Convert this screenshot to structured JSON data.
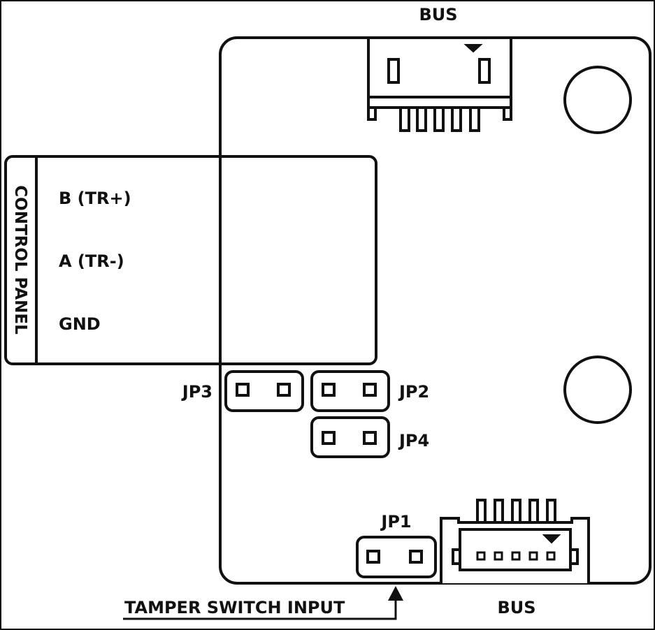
{
  "labels": {
    "bus_top": "BUS",
    "bus_bottom": "BUS",
    "control_panel": "CONTROL PANEL",
    "terminal_b": "B (TR+)",
    "terminal_a": "A (TR-)",
    "terminal_gnd": "GND",
    "jp1": "JP1",
    "jp2": "JP2",
    "jp3": "JP3",
    "jp4": "JP4",
    "tamper": "TAMPER SWITCH INPUT"
  },
  "colors": {
    "stroke": "#111111",
    "background": "#ffffff"
  }
}
